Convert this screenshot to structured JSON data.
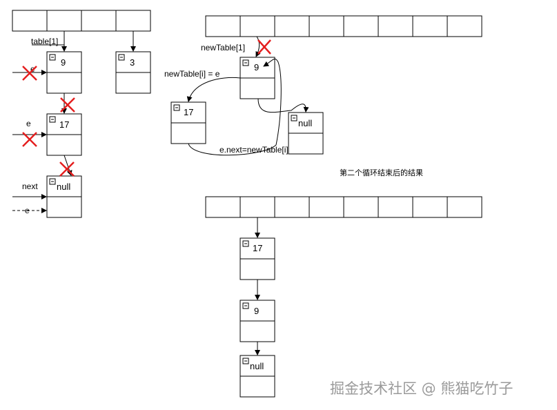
{
  "labels": {
    "table_1": "table[1]",
    "new_table_1": "newTable[1]",
    "new_table_i_eq_e": "newTable[i] = e",
    "e_next_eq": "e.next=newTable[i]",
    "e_top": "e",
    "e_mid": "e",
    "next": "next",
    "e_dashed": "e",
    "caption": "第二个循环结束后的结果"
  },
  "nodes": {
    "left_9": "9",
    "left_3": "3",
    "left_17": "17",
    "left_null": "null",
    "mid_9": "9",
    "mid_17": "17",
    "mid_null": "null",
    "res_17": "17",
    "res_9": "9",
    "res_null": "null"
  },
  "watermark": "掘金技术社区 @ 熊猫吃竹子",
  "colors": {
    "cross": "#e41e1e",
    "stroke": "#000000",
    "watermark": "#9a9a9a"
  }
}
